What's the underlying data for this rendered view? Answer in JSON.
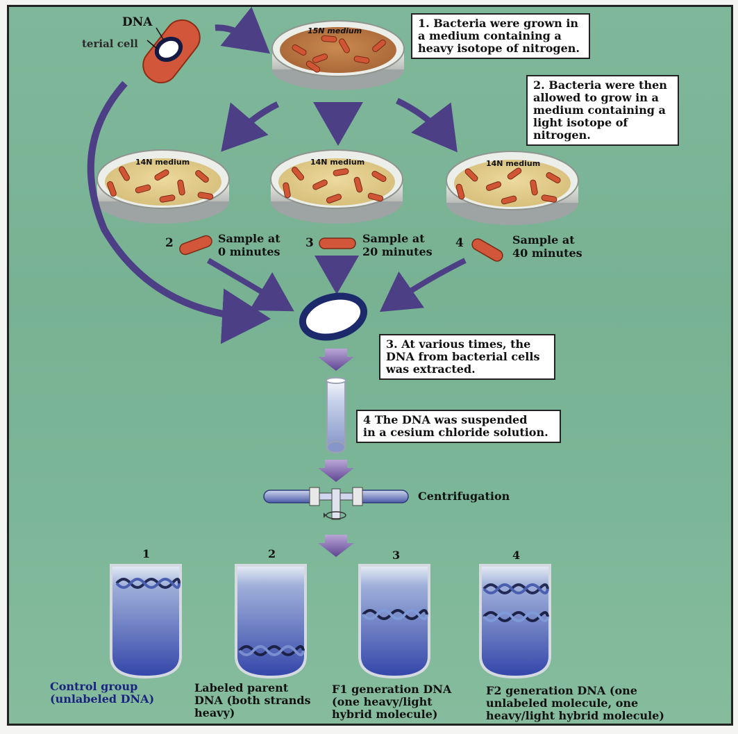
{
  "top_labels": {
    "dna": "DNA",
    "cell": "terial cell"
  },
  "dish_labels": {
    "heavy": "15N medium",
    "light": "14N medium"
  },
  "steps": {
    "step1": [
      "1. Bacteria were grown in",
      "a medium containing a",
      "heavy isotope of nitrogen."
    ],
    "step2": [
      "2. Bacteria were then",
      "allowed to grow in a",
      "medium containing a",
      "light isotope of",
      "nitrogen."
    ],
    "step3": [
      "3. At various times, the",
      "DNA from bacterial cells",
      "was extracted."
    ],
    "step4": [
      "4 The DNA was suspended",
      "in a cesium chloride solution."
    ]
  },
  "samples": [
    {
      "num": "2",
      "line1": "Sample at",
      "line2": "0 minutes"
    },
    {
      "num": "3",
      "line1": "Sample at",
      "line2": "20 minutes"
    },
    {
      "num": "4",
      "line1": "Sample at",
      "line2": "40 minutes"
    }
  ],
  "centrifugation": "Centrifugation",
  "tubes": [
    {
      "num": "1",
      "cap": [
        "Control group",
        "(unlabeled DNA)"
      ]
    },
    {
      "num": "2",
      "cap": [
        "Labeled parent",
        "DNA (both strands",
        "heavy)"
      ]
    },
    {
      "num": "3",
      "cap": [
        "F1 generation DNA",
        "(one heavy/light",
        "hybrid molecule)"
      ]
    },
    {
      "num": "4",
      "cap": [
        "F2 generation DNA (one",
        "unlabeled molecule, one",
        "heavy/light hybrid molecule)"
      ]
    }
  ],
  "colors": {
    "background": "#7fb79a",
    "bacteria": "#d2573a",
    "arrow": "#4d3f86",
    "dna_ring": "#1c2a6b",
    "tube_liquid": "#3f4fae",
    "caption_text": "#1a237e"
  }
}
